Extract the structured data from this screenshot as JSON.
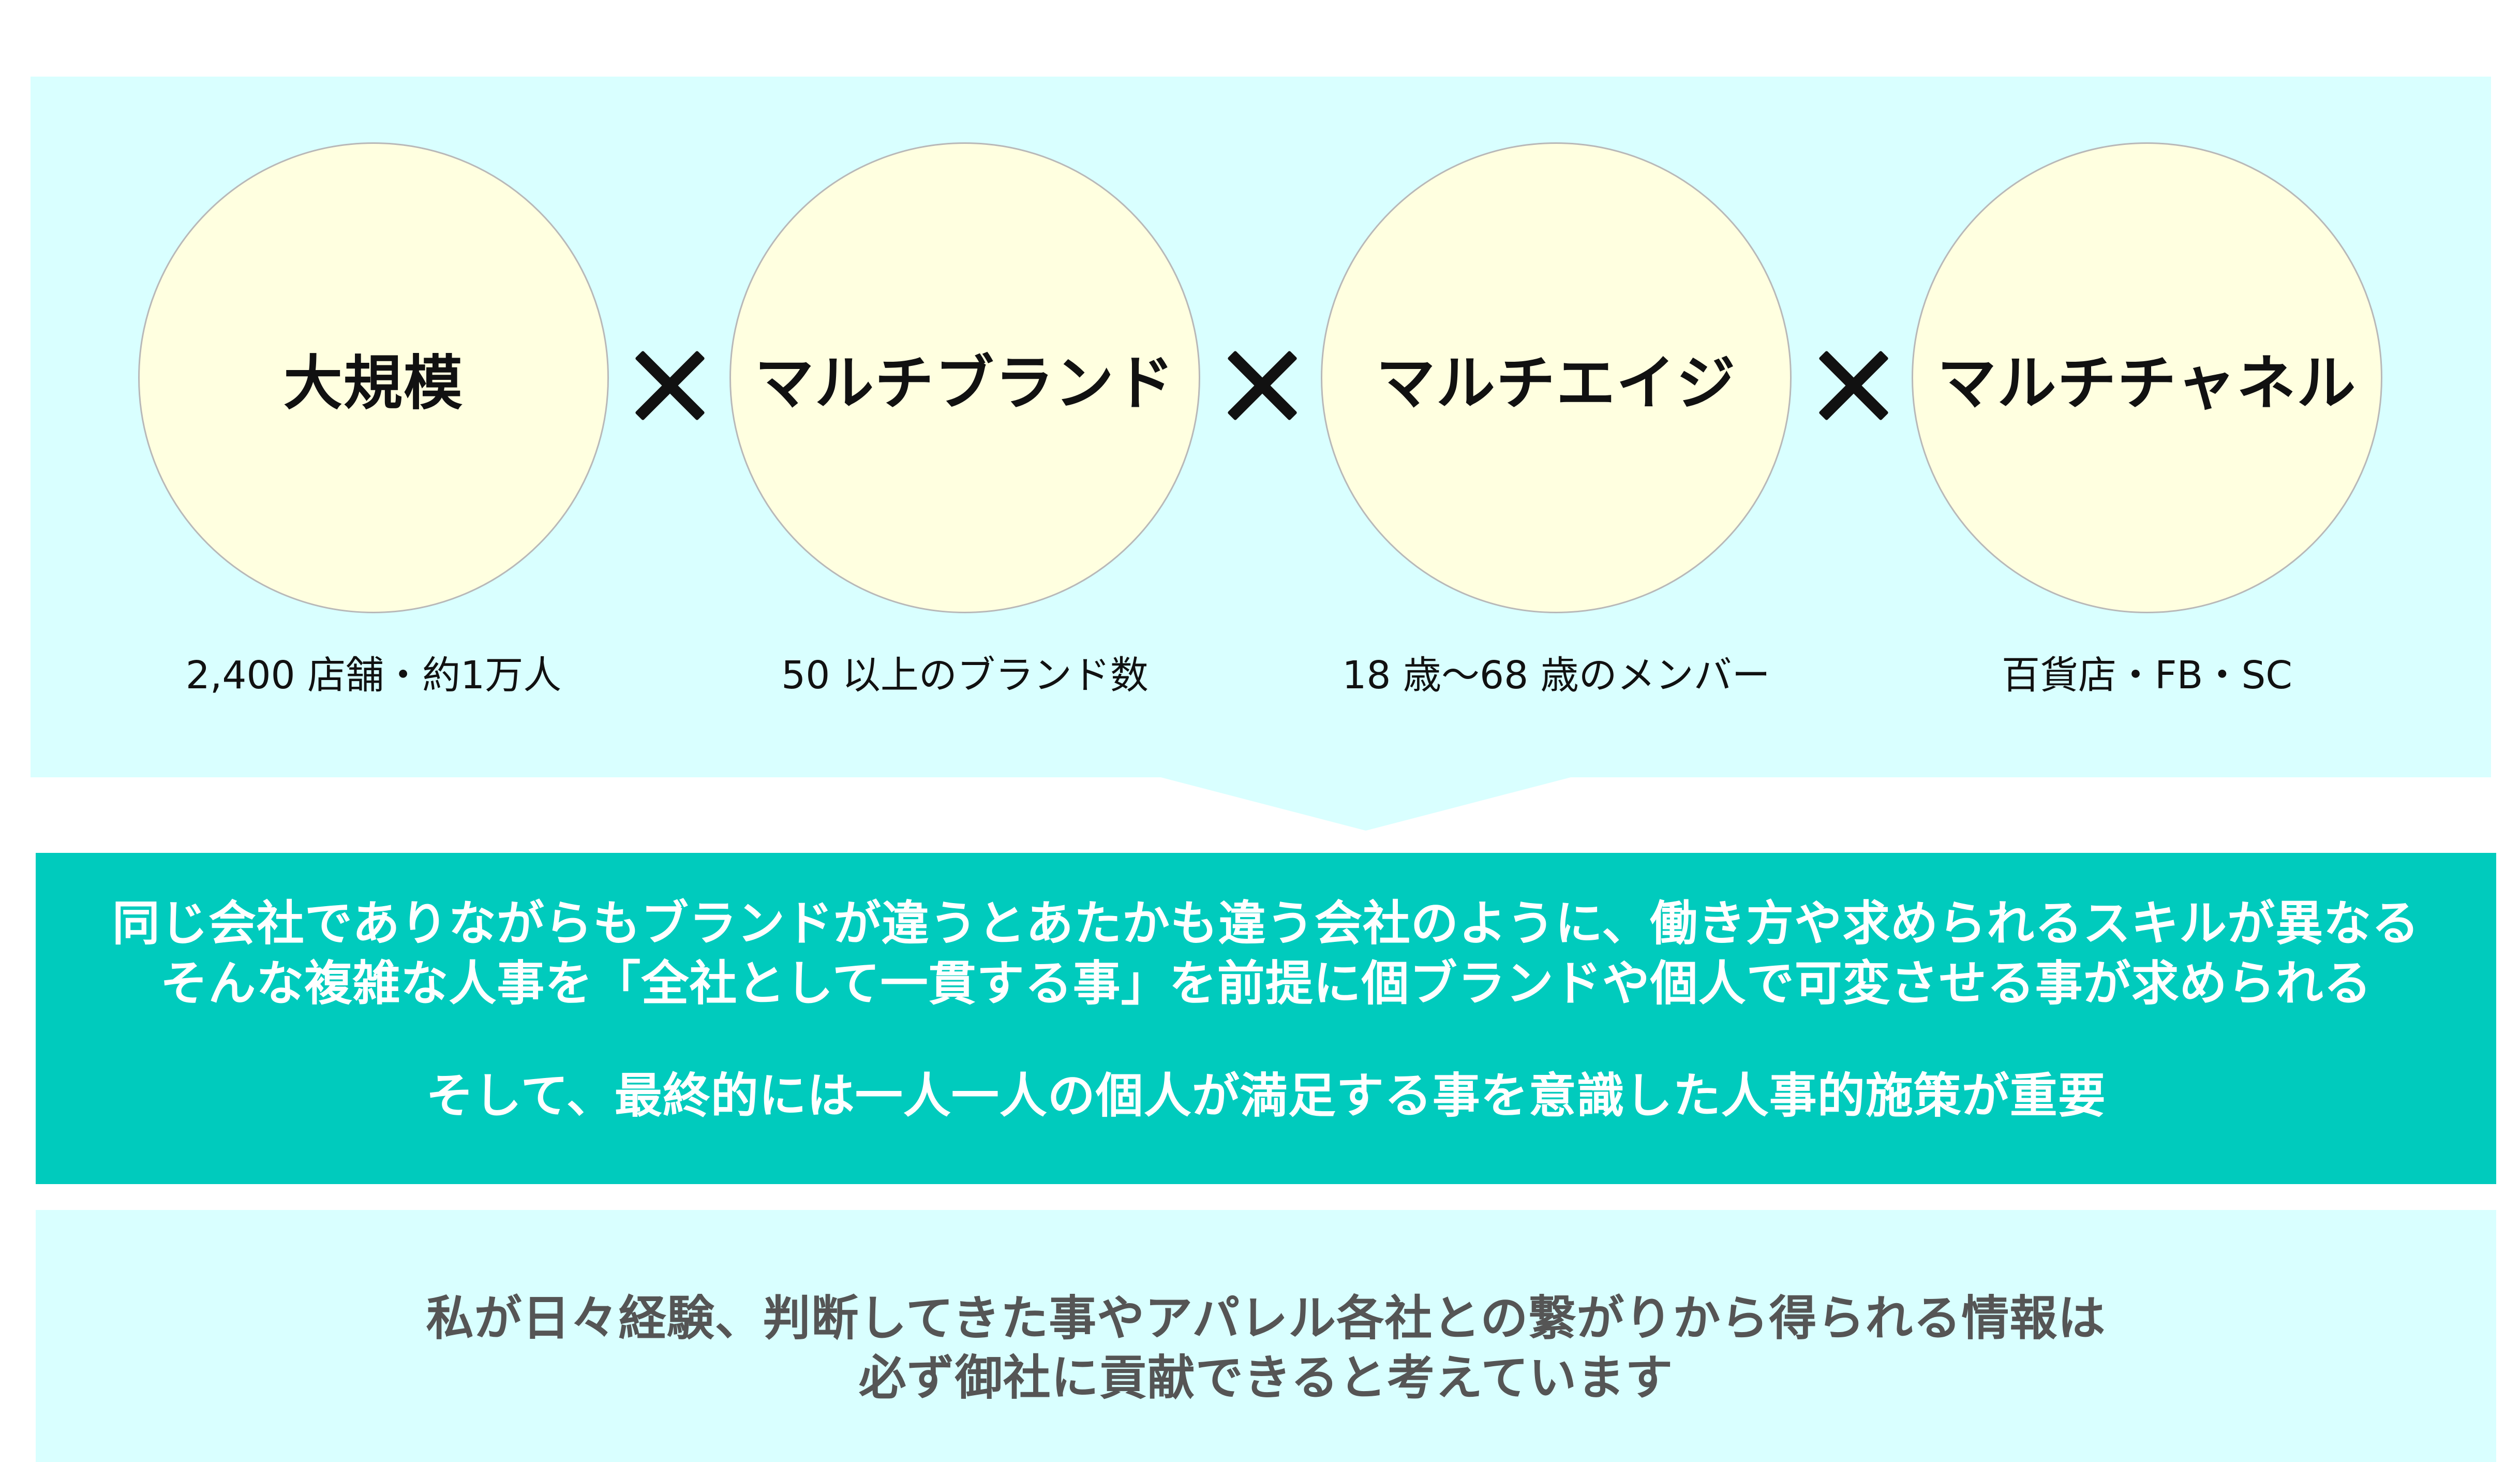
{
  "pillars": [
    {
      "label": "大規模",
      "caption": "2,400 店舗・約1万人"
    },
    {
      "label": "マルチブランド",
      "caption": "50 以上のブランド数"
    },
    {
      "label": "マルチエイジ",
      "caption": "18 歳〜68 歳のメンバー"
    },
    {
      "label": "マルチチャネル",
      "caption": "百貨店・FB・SC"
    }
  ],
  "operator_icon": "times-icon",
  "summary": {
    "line1": "同じ会社でありながらもブランドが違うとあたかも違う会社のように、働き方や求められるスキルが異なる",
    "line2": "そんな複雑な人事を「全社として一貫する事」を前提に個ブランドや個人で可変させる事が求められる",
    "line3": "そして、最終的には一人一人の個人が満足する事を意識した人事的施策が重要"
  },
  "closing": {
    "line1": "私が日々経験、判断してきた事やアパレル各社との繋がりから得られる情報は",
    "line2": "必ず御社に貢献できると考えています"
  },
  "colors": {
    "panel": "#d9ffff",
    "circle_fill": "#ffffe0",
    "teal": "#00cbbd",
    "text_dark": "#111111",
    "text_grey": "#555555"
  }
}
